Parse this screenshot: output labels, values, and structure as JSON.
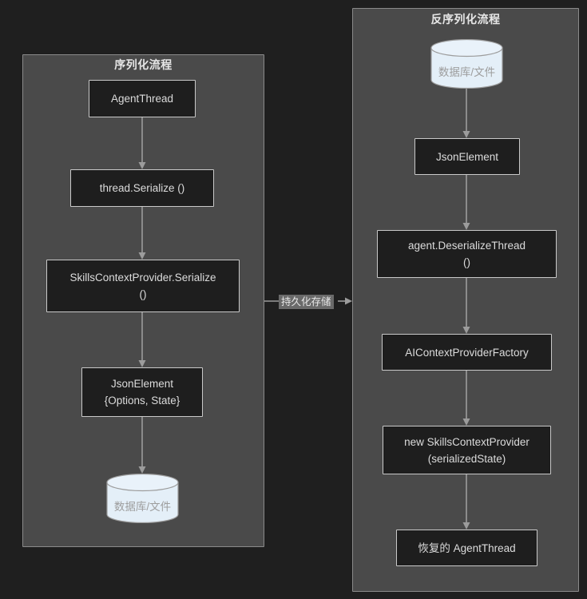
{
  "theme": {
    "background": "#1f1f1f",
    "panel_fill": "#4a4a4a",
    "panel_border": "#8a8a8a",
    "node_fill": "#1e1e1e",
    "node_border": "#c9c9c9",
    "node_text": "#dcdcdc",
    "edge": "#9c9c9c",
    "cylinder_fill": "#e4eff8",
    "cylinder_text": "#9d9d9d",
    "edge_label_fill": "#6a6a6a"
  },
  "diagram": {
    "type": "flowchart",
    "panels": [
      {
        "id": "serialize",
        "title": "序列化流程"
      },
      {
        "id": "deserialize",
        "title": "反序列化流程"
      }
    ],
    "edge_labels": [
      {
        "id": "persist",
        "text": "持久化存储"
      }
    ]
  },
  "left": {
    "title": "序列化流程",
    "nodes": {
      "agent_thread": {
        "line1": "AgentThread",
        "line2": ""
      },
      "thread_serialize": {
        "line1": "thread.Serialize  ()",
        "line2": ""
      },
      "provider_serialize": {
        "line1": "SkillsContextProvider.Serialize",
        "line2": "()"
      },
      "json_element": {
        "line1": "JsonElement",
        "line2": "{Options, State}"
      },
      "database": {
        "label": "数据库/文件"
      }
    }
  },
  "right": {
    "title": "反序列化流程",
    "nodes": {
      "database": {
        "label": "数据库/文件"
      },
      "json_element": {
        "line1": "JsonElement",
        "line2": ""
      },
      "agent_deserialize": {
        "line1": "agent.DeserializeThread",
        "line2": "()"
      },
      "factory": {
        "line1": "AIContextProviderFactory",
        "line2": ""
      },
      "new_provider": {
        "line1": "new SkillsContextProvider",
        "line2": "(serializedState)"
      },
      "restored_thread": {
        "line1": "恢复的 AgentThread",
        "line2": ""
      }
    }
  },
  "connector": {
    "label": "持久化存储"
  }
}
